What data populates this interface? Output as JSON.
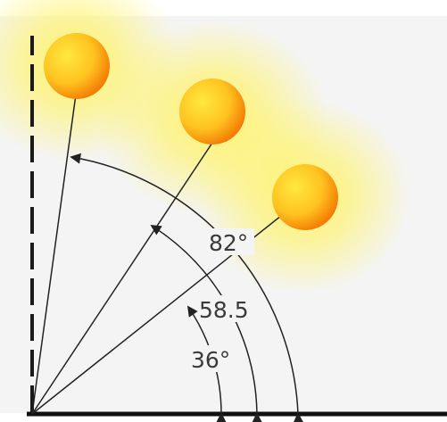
{
  "colors": {
    "background": "#ffffff",
    "panel": "#f4f4f4",
    "line": "#222222",
    "sun_core_light": "#ffe23a",
    "sun_core_dark": "#f07a00",
    "sun_glow": "#fff36a"
  },
  "labels": {
    "sun_high": "82°",
    "sun_mid": "58.5",
    "sun_low": "36°"
  },
  "angles_deg": {
    "sun_high": 82,
    "sun_mid": 58.5,
    "sun_low": 36
  },
  "icons": {
    "sun": "sun-icon",
    "dashed_vertical": "vertical-reference-line"
  }
}
